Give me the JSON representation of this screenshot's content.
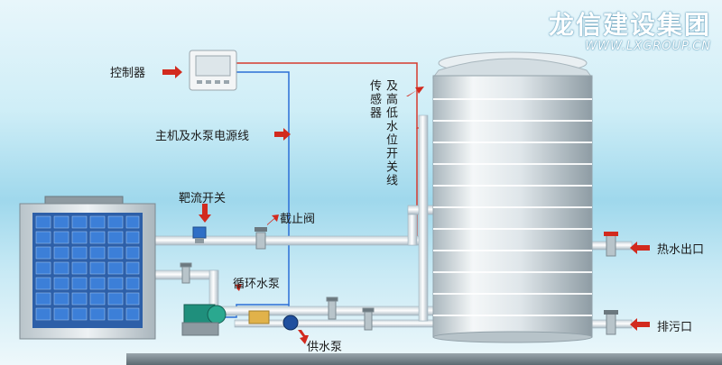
{
  "brand": {
    "name": "龙信建设集团",
    "url": "WWW.LXGROUP.CN"
  },
  "labels": {
    "controller": "控制器",
    "power_line": "主机及水泵电源线",
    "flow_switch": "靶流开关",
    "stop_valve": "截止阀",
    "circulation_pump": "循环水泵",
    "supply_pump": "供水泵",
    "hot_water_outlet": "热水出口",
    "drain_outlet": "排污口",
    "sensor_a": "传感器",
    "sensor_b": "及高低水位开关线"
  },
  "colors": {
    "pipe": "#f4f7f9",
    "pipe_edge": "#9fb3bf",
    "control_wire": "#2b6fd6",
    "signal_wire": "#d63a2e",
    "arrow": "#d22a1e",
    "tank": "#dfe6ea",
    "solar_cell": "#3c7fd8"
  }
}
